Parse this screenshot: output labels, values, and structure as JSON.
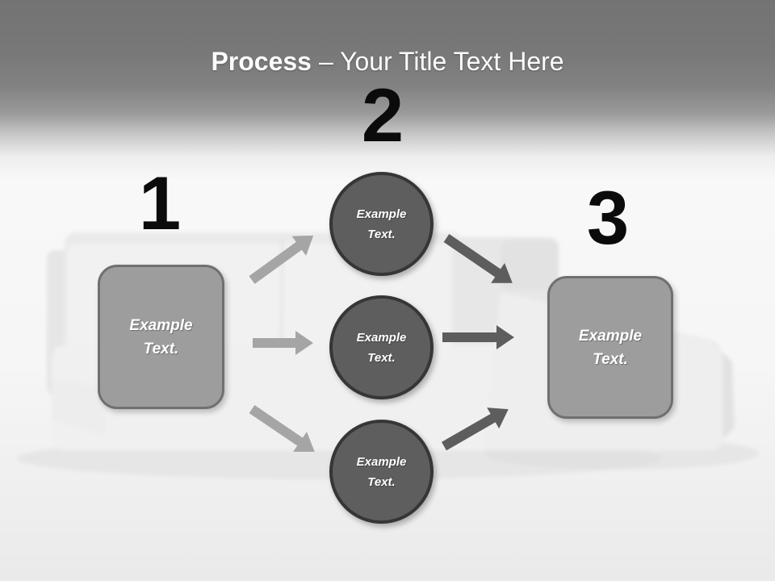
{
  "title": {
    "bold": "Process",
    "regular": "– Your Title Text Here"
  },
  "steps": [
    {
      "number": "1",
      "type": "box",
      "label": "Example Text."
    },
    {
      "number": "2",
      "type": "circles",
      "labels": [
        "Example Text.",
        "Example Text.",
        "Example Text."
      ]
    },
    {
      "number": "3",
      "type": "box",
      "label": "Example Text."
    }
  ],
  "colors": {
    "title_color": "#fcfcfc",
    "number_color": "#0b0b0b",
    "box_fill": "#9d9d9d",
    "box_border": "#707070",
    "circle_fill": "#5e5e5e",
    "circle_border": "#363636",
    "arrow_light": "#a5a5a5",
    "arrow_dark": "#5d5d5d"
  }
}
